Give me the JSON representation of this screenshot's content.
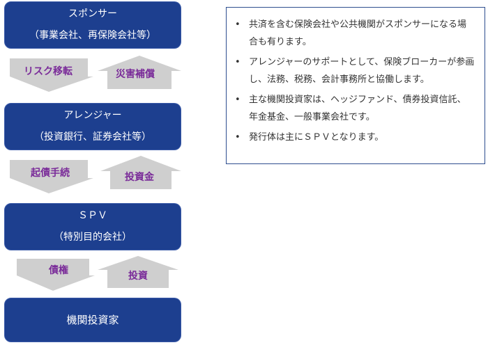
{
  "boxes": {
    "sponsor": {
      "line1": "スポンサー",
      "line2": "（事業会社、再保険会社等）"
    },
    "arranger": {
      "line1": "アレンジャー",
      "line2": "（投資銀行、証券会社等）"
    },
    "spv": {
      "line1": "ＳＰＶ",
      "line2": "（特別目的会社）"
    },
    "investor": {
      "line1": "機関投資家"
    }
  },
  "arrows": {
    "risk_transfer": "リスク移転",
    "disaster_compensation": "災害補償",
    "issuance_procedure": "起債手続",
    "investment_funds": "投資金",
    "bond": "債権",
    "investment": "投資"
  },
  "notes": {
    "bullet": "•",
    "items": [
      "共済を含む保険会社や公共機関がスポンサーになる場合も有ります。",
      "アレンジャーのサポートとして、保険ブローカーが参画し、法務、税務、会計事務所と協働します。",
      "主な機関投資家は、ヘッジファンド、債券投資信託、年金基金、一般事業会社です。",
      "発行体は主にＳＰＶとなります。"
    ]
  },
  "colors": {
    "box_fill": "#1d3f8f",
    "arrow_fill": "#cfcfcf",
    "arrow_label": "#7a2b99",
    "notes_border": "#2c4d8e"
  }
}
